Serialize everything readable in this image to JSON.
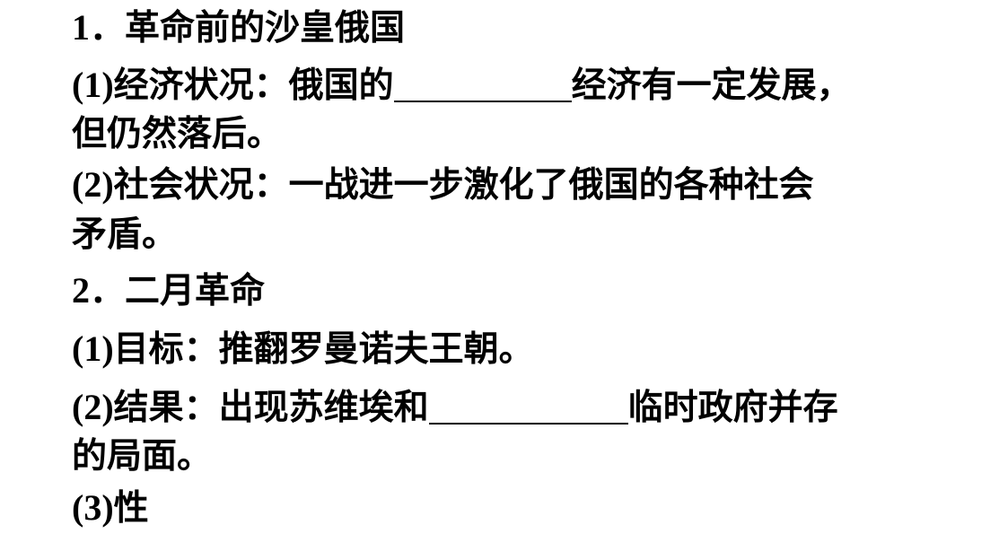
{
  "section1": {
    "number": "1",
    "sep": "．",
    "title": "革命前的沙皇俄国"
  },
  "item1_1": {
    "marker": "(1)",
    "text_before": "经济状况：俄国的",
    "text_after": "经济有一定发展，",
    "continuation": "但仍然落后。"
  },
  "item1_2": {
    "marker": "(2)",
    "text": "社会状况：一战进一步激化了俄国的各种社会",
    "continuation": "矛盾。"
  },
  "section2": {
    "number": "2",
    "sep": "．",
    "title": "二月革命"
  },
  "item2_1": {
    "marker": "(1)",
    "text": "目标：推翻罗曼诺夫王朝。"
  },
  "item2_2": {
    "marker": "(2)",
    "text_before": "结果：出现苏维埃和",
    "text_after": "临时政府并存",
    "continuation": "的局面。"
  },
  "item2_3": {
    "marker": "(3)",
    "text": "性"
  }
}
